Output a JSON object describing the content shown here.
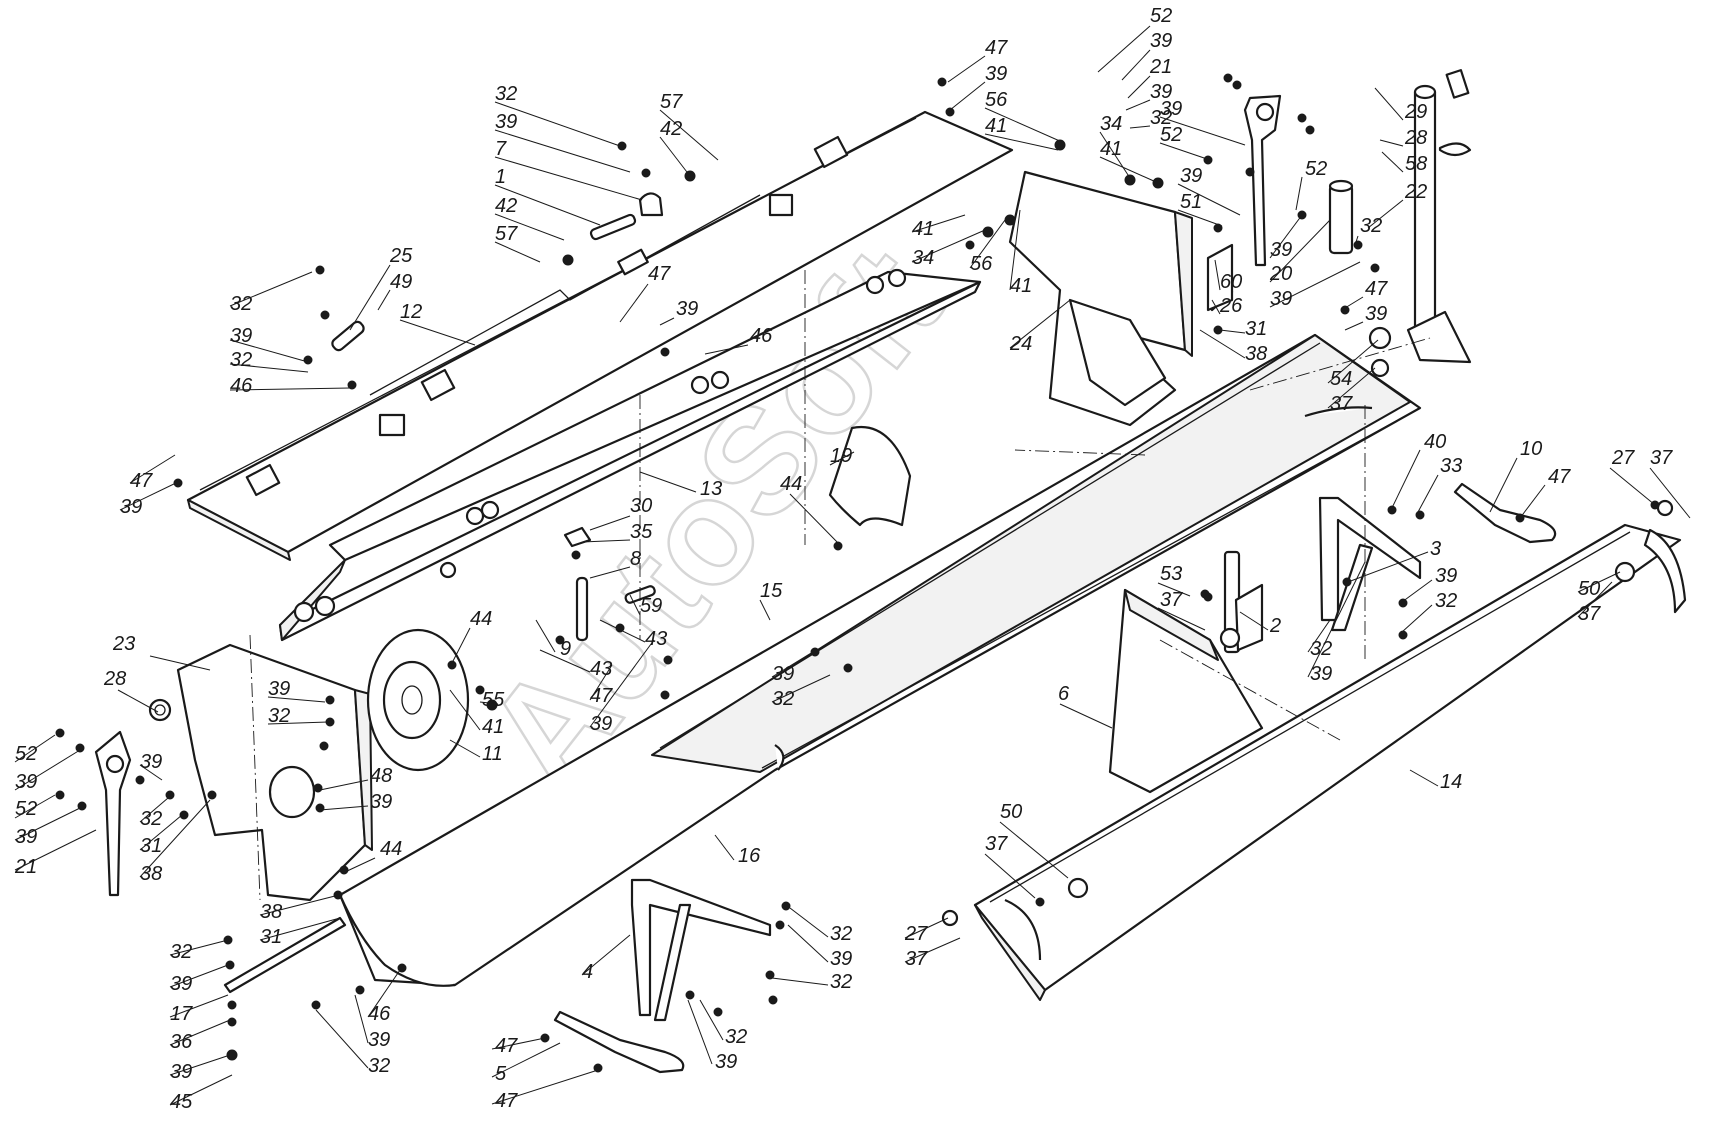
{
  "watermark": "AutoSoft",
  "callout_labels": {
    "p1": "52",
    "p2": "39",
    "p3": "21",
    "p4": "39",
    "p5": "32",
    "p6": "29",
    "p7": "28",
    "p8": "58",
    "p9": "22",
    "p10": "47",
    "p11": "39",
    "p12": "56",
    "p13": "41",
    "p14": "34",
    "p15": "41",
    "p16": "39",
    "p17": "52",
    "p18": "39",
    "p19": "51",
    "p20": "52",
    "p21": "39",
    "p22": "20",
    "p23": "32",
    "p24": "39",
    "p25": "60",
    "p26": "26",
    "p27": "41",
    "p28": "34",
    "p29": "56",
    "p30": "41",
    "p31": "24",
    "p32": "31",
    "p33": "38",
    "p34": "47",
    "p35": "39",
    "p36": "54",
    "p37": "37",
    "p38": "32",
    "p39": "39",
    "p40": "7",
    "p41": "1",
    "p42": "42",
    "p43": "57",
    "p44": "57",
    "p45": "42",
    "p46": "25",
    "p47": "49",
    "p48": "32",
    "p49": "12",
    "p50": "39",
    "p51": "32",
    "p52": "46",
    "p53": "47",
    "p54": "39",
    "p55": "46",
    "p56": "47",
    "p57": "39",
    "p58": "13",
    "p59": "19",
    "p60": "44",
    "p61": "30",
    "p62": "35",
    "p63": "8",
    "p64": "59",
    "p65": "15",
    "p66": "9",
    "p67": "43",
    "p68": "43",
    "p69": "47",
    "p70": "39",
    "p71": "39",
    "p72": "32",
    "p73": "23",
    "p74": "28",
    "p75": "39",
    "p76": "32",
    "p77": "44",
    "p78": "55",
    "p79": "41",
    "p80": "11",
    "p81": "48",
    "p82": "39",
    "p83": "52",
    "p84": "39",
    "p85": "39",
    "p86": "52",
    "p87": "39",
    "p88": "32",
    "p89": "31",
    "p90": "21",
    "p91": "38",
    "p92": "44",
    "p93": "38",
    "p94": "31",
    "p95": "32",
    "p96": "39",
    "p97": "17",
    "p98": "36",
    "p99": "39",
    "p100": "45",
    "p101": "46",
    "p102": "39",
    "p103": "32",
    "p104": "16",
    "p105": "4",
    "p106": "32",
    "p107": "39",
    "p108": "32",
    "p109": "32",
    "p110": "39",
    "p111": "47",
    "p112": "5",
    "p113": "47",
    "p114": "40",
    "p115": "33",
    "p116": "10",
    "p117": "47",
    "p118": "3",
    "p119": "39",
    "p120": "32",
    "p121": "53",
    "p122": "37",
    "p123": "2",
    "p124": "32",
    "p125": "39",
    "p126": "27",
    "p127": "37",
    "p128": "50",
    "p129": "37",
    "p130": "6",
    "p131": "14",
    "p132": "50",
    "p133": "37",
    "p134": "27",
    "p135": "37"
  }
}
